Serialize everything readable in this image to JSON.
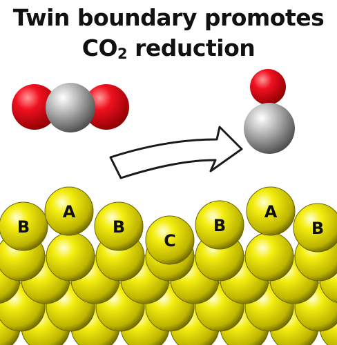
{
  "title": {
    "line1": "Twin boundary promotes",
    "line2_prefix": "CO",
    "line2_subscript": "2",
    "line2_suffix": " reduction"
  },
  "molecules": {
    "reactant": {
      "atoms": [
        "O",
        "C",
        "O"
      ],
      "oxygen_color": "#e5001a",
      "carbon_color": "#9a9a9a"
    },
    "product": {
      "atoms": [
        "O",
        "C"
      ],
      "oxygen_color": "#e5001a",
      "carbon_color": "#9a9a9a"
    }
  },
  "surface": {
    "atom_color": "#e8e000",
    "top_layer_labels": [
      "B",
      "A",
      "B",
      "C",
      "B",
      "A",
      "B"
    ]
  }
}
